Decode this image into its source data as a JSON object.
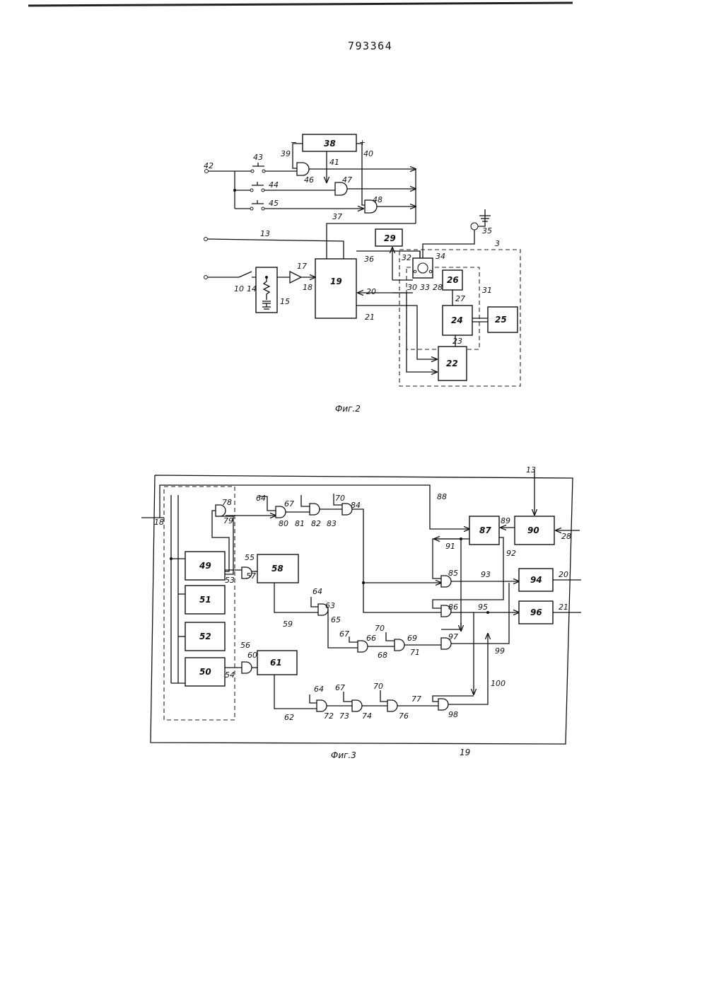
{
  "document_number": "793364",
  "figure2": {
    "caption": "Фиг.2",
    "blocks": {
      "b38": "38",
      "b19": "19",
      "b29": "29",
      "b26": "26",
      "b24": "24",
      "b25": "25",
      "b22": "22",
      "b15": "15"
    },
    "gates": {
      "g46": "46",
      "g47": "47",
      "g48": "48"
    },
    "labels": {
      "l42": "42",
      "l43": "43",
      "l44": "44",
      "l45": "45",
      "l39": "39",
      "l40": "40",
      "l41": "41",
      "l37": "37",
      "l13": "13",
      "l36": "36",
      "l35": "35",
      "l34": "34",
      "l32": "32",
      "l3": "3",
      "l30": "30",
      "l33": "33",
      "l28": "28",
      "l31": "31",
      "l27": "27",
      "l23": "23",
      "l20": "20",
      "l21": "21",
      "l17": "17",
      "l18": "18",
      "l10": "10",
      "l14": "14",
      "minus": "−",
      "plus": "+"
    }
  },
  "figure3": {
    "caption": "Фиг.3",
    "outer_label": "19",
    "blocks": {
      "b49": "49",
      "b51": "51",
      "b52": "52",
      "b50": "50",
      "b58": "58",
      "b61": "61",
      "b87": "87",
      "b90": "90",
      "b94": "94",
      "b96": "96"
    },
    "labels": {
      "l18": "18",
      "l78": "78",
      "l79": "79",
      "l64a": "64",
      "l67a": "67",
      "l70a": "70",
      "l80": "80",
      "l81": "81",
      "l82": "82",
      "l83": "83",
      "l84": "84",
      "l88": "88",
      "l13": "13",
      "l89": "89",
      "l28": "28",
      "l91": "91",
      "l92": "92",
      "l55": "55",
      "l57": "57",
      "l53": "53",
      "l85": "85",
      "l93": "93",
      "l20": "20",
      "l64b": "64",
      "l63": "63",
      "l65": "65",
      "l59": "59",
      "l86": "86",
      "l95": "95",
      "l21": "21",
      "l67b": "67",
      "l70b": "70",
      "l66": "66",
      "l69": "69",
      "l68": "68",
      "l71": "71",
      "l97": "97",
      "l99": "99",
      "l56": "56",
      "l60": "60",
      "l54": "54",
      "l100": "100",
      "l64c": "64",
      "l67c": "67",
      "l70c": "70",
      "l72": "72",
      "l73": "73",
      "l74": "74",
      "l76": "76",
      "l77": "77",
      "l62": "62",
      "l98": "98"
    }
  }
}
